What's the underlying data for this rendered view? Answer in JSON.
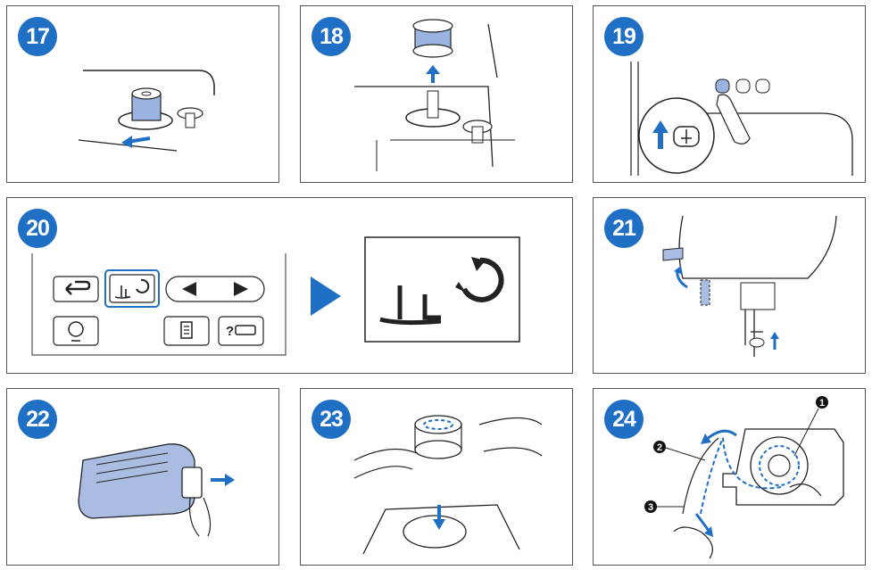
{
  "steps": [
    {
      "number": "17"
    },
    {
      "number": "18"
    },
    {
      "number": "19"
    },
    {
      "number": "20"
    },
    {
      "number": "21"
    },
    {
      "number": "22"
    },
    {
      "number": "23"
    },
    {
      "number": "24"
    }
  ],
  "callouts": [
    "1",
    "2",
    "3"
  ],
  "icons": {
    "back": "return-arrow-icon",
    "presser_foot_toggle": "presser-foot-rotate-icon",
    "prev": "triangle-left-icon",
    "next": "triangle-right-icon",
    "embroidery": "embroidery-frame-icon",
    "list": "document-list-icon",
    "help": "help-threading-icon"
  },
  "colors": {
    "accent": "#1f6fc5",
    "bobbin_case": "#a9bde3",
    "line": "#222222"
  }
}
